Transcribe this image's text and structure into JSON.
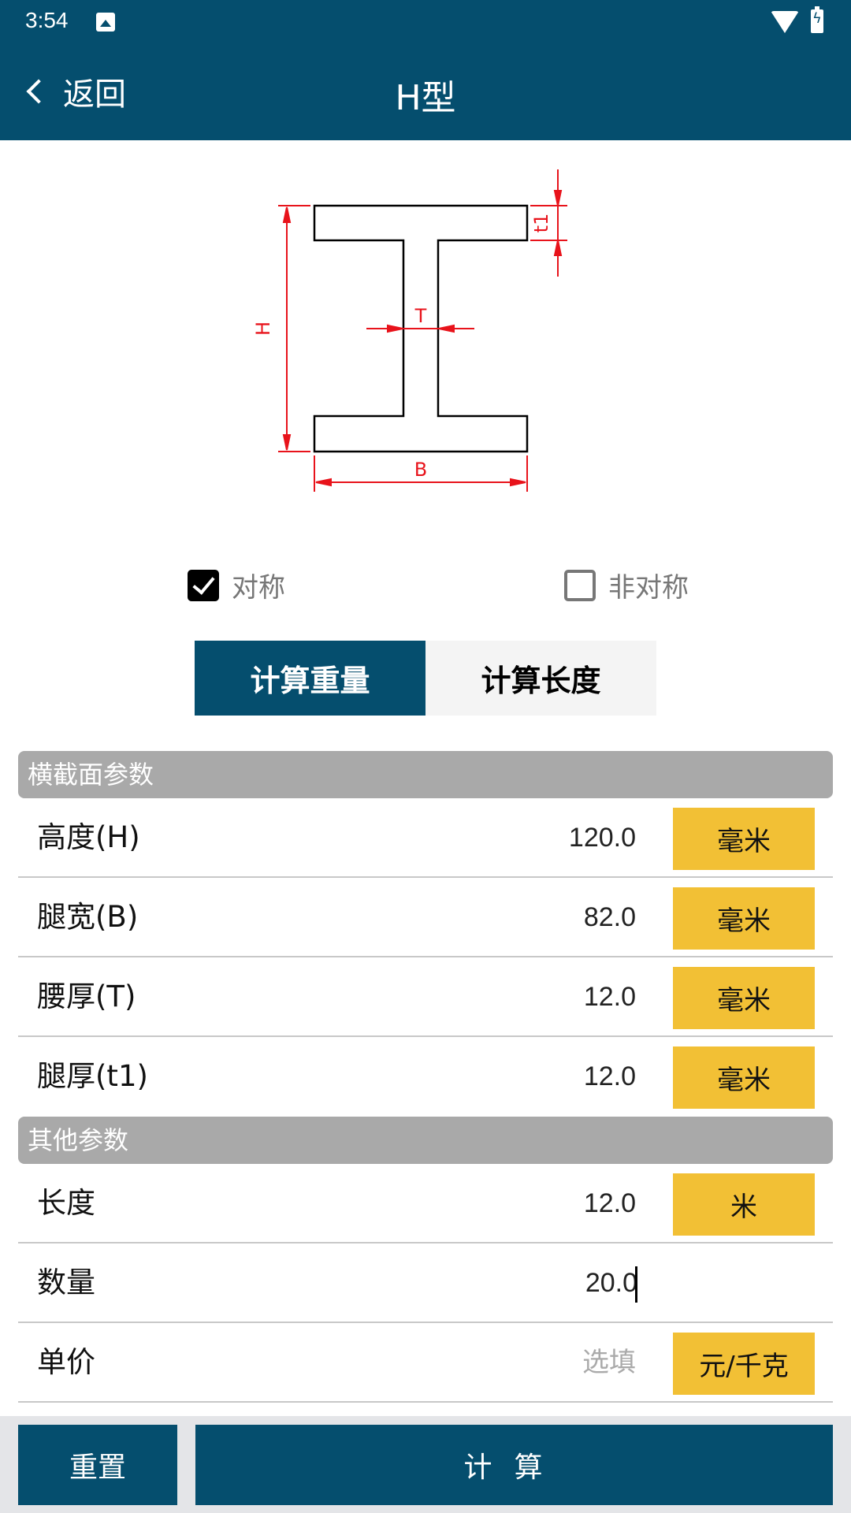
{
  "status_bar": {
    "time": "3:54",
    "icons": [
      "image-notification-icon",
      "wifi-icon",
      "battery-charging-icon"
    ]
  },
  "nav": {
    "back_label": "返回",
    "title": "H型"
  },
  "diagram": {
    "labels": {
      "height": "H",
      "width": "B",
      "web_thickness": "T",
      "flange_thickness": "t1"
    },
    "line_color": "#000000",
    "dimension_color": "#e8131b"
  },
  "symmetry": {
    "options": [
      {
        "label": "对称",
        "checked": true
      },
      {
        "label": "非对称",
        "checked": false
      }
    ]
  },
  "tabs": [
    {
      "label": "计算重量",
      "active": true
    },
    {
      "label": "计算长度",
      "active": false
    }
  ],
  "sections": [
    {
      "title": "横截面参数",
      "rows": [
        {
          "label": "高度(H)",
          "value": "120.0",
          "unit": "毫米"
        },
        {
          "label": "腿宽(B)",
          "value": "82.0",
          "unit": "毫米"
        },
        {
          "label": "腰厚(T)",
          "value": "12.0",
          "unit": "毫米"
        },
        {
          "label": "腿厚(t1)",
          "value": "12.0",
          "unit": "毫米"
        }
      ]
    },
    {
      "title": "其他参数",
      "rows": [
        {
          "label": "长度",
          "value": "12.0",
          "unit": "米"
        },
        {
          "label": "数量",
          "value": "20.0",
          "unit": ""
        },
        {
          "label": "单价",
          "value": "",
          "placeholder": "选填",
          "unit": "元/千克"
        }
      ]
    }
  ],
  "footer": {
    "reset_label": "重置",
    "calculate_label": "计算"
  },
  "colors": {
    "primary": "#054e6e",
    "unit_button": "#f2c035",
    "section_header": "#a9a9a9",
    "footer_bg": "#e4e5e8"
  }
}
